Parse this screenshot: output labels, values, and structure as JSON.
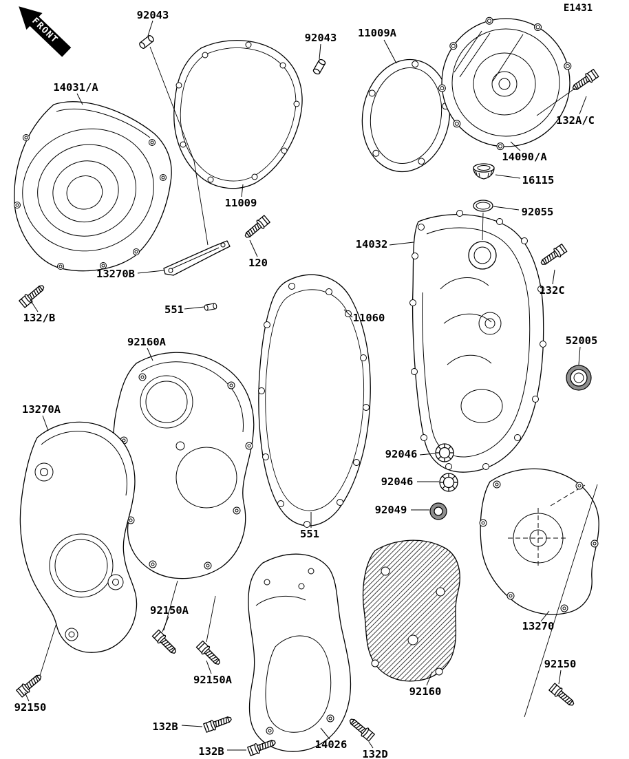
{
  "diagram": {
    "code": "E1431",
    "front_marker": "FRONT",
    "background": "#ffffff",
    "line_color": "#000000"
  },
  "labels": {
    "l92043a": "92043",
    "l92043b": "92043",
    "l11009a": "11009A",
    "l14031a": "14031/A",
    "l132ac": "132A/C",
    "l14090a": "14090/A",
    "l16115": "16115",
    "l92055": "92055",
    "l11009": "11009",
    "l14032": "14032",
    "l120": "120",
    "l132c": "132C",
    "l13270b": "13270B",
    "l551a": "551",
    "l132slashb": "132/B",
    "l11060": "11060",
    "l52005": "52005",
    "l92160a": "92160A",
    "l13270a": "13270A",
    "l92046a": "92046",
    "l92046b": "92046",
    "l92049": "92049",
    "l551b": "551",
    "l92150a1": "92150A",
    "l13270": "13270",
    "l92150a2": "92150A",
    "l92150l": "92150",
    "l92150r": "92150",
    "l92160": "92160",
    "l132b1": "132B",
    "l132b2": "132B",
    "l14026": "14026",
    "l132d": "132D"
  }
}
